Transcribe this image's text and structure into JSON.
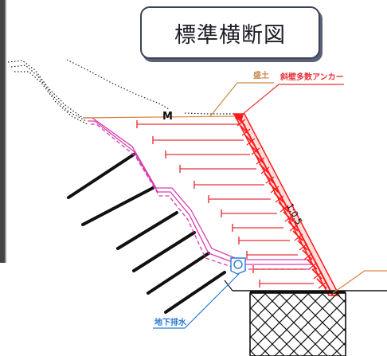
{
  "title": "標準横断図",
  "labels": {
    "fill": "盛土",
    "anchor": "斜壁多数アンカー",
    "slope": "1:0.5",
    "drain": "地下排水",
    "mark": "M"
  },
  "colors": {
    "wall": "#ff1a1a",
    "anchor_line": "#e8323c",
    "fill_label": "#c98a4a",
    "drain_label": "#2a7bd6",
    "base_line": "#d9823a",
    "pink": "#d63fb0",
    "rock": "#111111"
  }
}
